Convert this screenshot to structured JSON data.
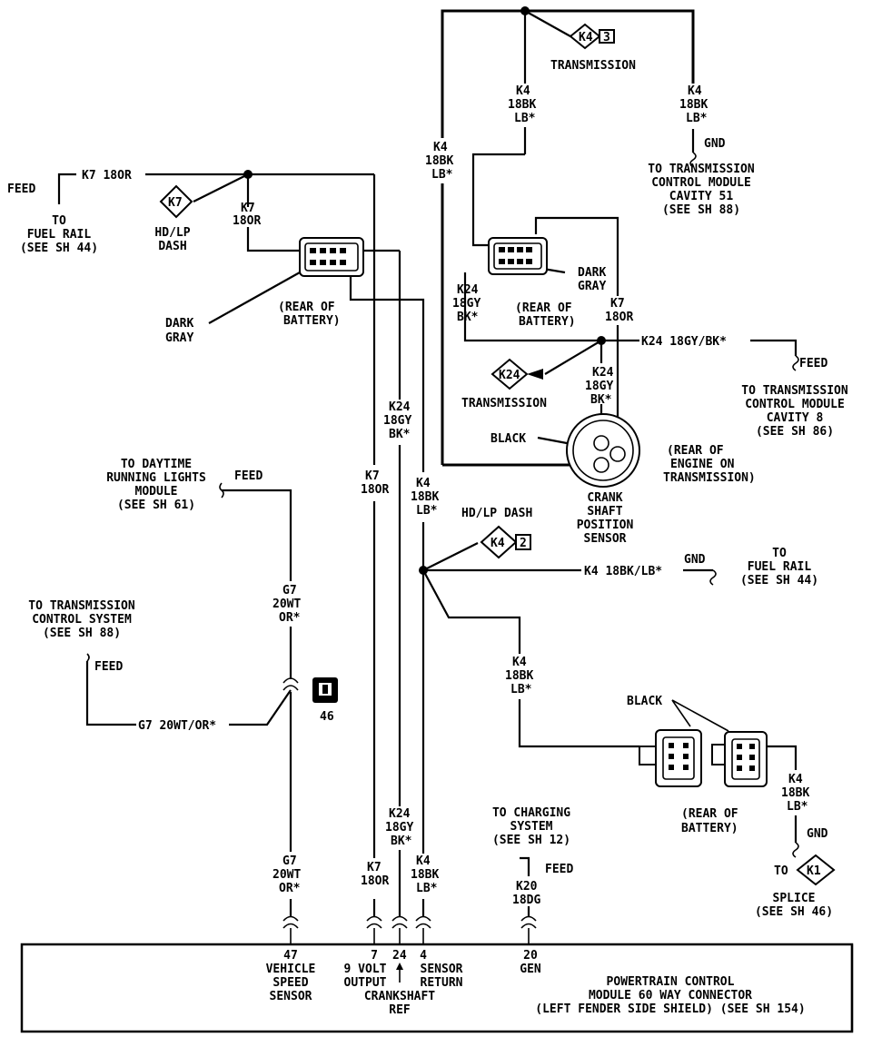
{
  "top": {
    "transmission": "TRANSMISSION",
    "k4_top_mid": [
      "K4",
      "18BK",
      "LB*"
    ],
    "k4_top_right": [
      "K4",
      "18BK",
      "LB*"
    ],
    "gnd": "GND",
    "tcm51": [
      "TO TRANSMISSION",
      "CONTROL MODULE",
      "CAVITY 51",
      "(SEE SH 88)"
    ],
    "k4_left_vertical": [
      "K4",
      "18BK",
      "LB*"
    ],
    "splice_k4": "K4",
    "splice_k4_num": "3"
  },
  "left_top": {
    "feed": "FEED",
    "k7_18or": "K7 18OR",
    "to_fuel_rail": [
      "TO",
      "FUEL RAIL",
      "(SEE SH 44)"
    ],
    "k7_splice": "K7",
    "hd_lp_dash": [
      "HD/LP",
      "DASH"
    ],
    "k7_down": [
      "K7",
      "18OR"
    ],
    "dark_gray": [
      "DARK",
      "GRAY"
    ],
    "rear_of_battery": [
      "(REAR OF",
      "BATTERY)"
    ]
  },
  "mid_connector": {
    "k24": [
      "K24",
      "18GY",
      "BK*"
    ],
    "dark_gray": [
      "DARK",
      "GRAY"
    ],
    "rear_of_battery": [
      "(REAR OF",
      "BATTERY)"
    ],
    "k7": [
      "K7",
      "18OR"
    ],
    "k24_horiz": "K24 18GY/BK*",
    "feed": "FEED",
    "tcm8": [
      "TO TRANSMISSION",
      "CONTROL MODULE",
      "CAVITY 8",
      "(SEE SH 86)"
    ],
    "transmission": "TRANSMISSION",
    "splice_k24": "K24",
    "k24_down": [
      "K24",
      "18GY",
      "BK*"
    ],
    "black": "BLACK",
    "rear_engine": [
      "(REAR OF",
      "ENGINE ON",
      "TRANSMISSION)"
    ],
    "crank": [
      "CRANK",
      "SHAFT",
      "POSITION",
      "SENSOR"
    ]
  },
  "center": {
    "k24_mid": [
      "K24",
      "18GY",
      "BK*"
    ],
    "k7_mid": [
      "K7",
      "18OR"
    ],
    "k4_mid": [
      "K4",
      "18BK",
      "LB*"
    ],
    "hd_lp_dash": "HD/LP DASH",
    "splice_k4": "K4",
    "splice_k4_num": "2",
    "k4_horiz": "K4 18BK/LB*",
    "gnd": "GND",
    "to_fuel_rail": [
      "TO",
      "FUEL RAIL",
      "(SEE SH 44)"
    ],
    "k4_down": [
      "K4",
      "18BK",
      "LB*"
    ],
    "black": "BLACK",
    "rear_of_battery": [
      "(REAR OF",
      "BATTERY)"
    ],
    "k4_right": [
      "K4",
      "18BK",
      "LB*"
    ],
    "gnd2": "GND",
    "to_splice_to": "TO",
    "splice_k1": "K1",
    "splice": [
      "SPLICE",
      "(SEE SH 46)"
    ]
  },
  "left_lower": {
    "drl": [
      "TO DAYTIME",
      "RUNNING LIGHTS",
      "MODULE",
      "(SEE SH 61)"
    ],
    "feed": "FEED",
    "g7_wire": [
      "G7",
      "20WT",
      "OR*"
    ],
    "tcs": [
      "TO TRANSMISSION",
      "CONTROL SYSTEM",
      "(SEE SH 88)"
    ],
    "feed2": "FEED",
    "g7_horiz": "G7 20WT/OR*",
    "badge_num": "46",
    "g7_bottom": [
      "G7",
      "20WT",
      "OR*"
    ]
  },
  "bottom": {
    "k7_b": [
      "K7",
      "18OR"
    ],
    "k24_b": [
      "K24",
      "18GY",
      "BK*"
    ],
    "k4_b": [
      "K4",
      "18BK",
      "LB*"
    ],
    "charging": [
      "TO CHARGING",
      "SYSTEM",
      "(SEE SH 12)"
    ],
    "feed": "FEED",
    "k20": [
      "K20",
      "18DG"
    ]
  },
  "pcm": {
    "pin47": [
      "47",
      "VEHICLE",
      "SPEED",
      "SENSOR"
    ],
    "pin7": [
      "7",
      "9 VOLT",
      "OUTPUT"
    ],
    "pin24": "24",
    "pin4": [
      "4",
      "SENSOR",
      "RETURN"
    ],
    "crankshaft_ref": [
      "CRANKSHAFT",
      "REF"
    ],
    "pin20": [
      "20",
      "GEN"
    ],
    "title": [
      "POWERTRAIN CONTROL",
      "MODULE 60 WAY CONNECTOR",
      "(LEFT FENDER SIDE SHIELD) (SEE SH 154)"
    ]
  }
}
